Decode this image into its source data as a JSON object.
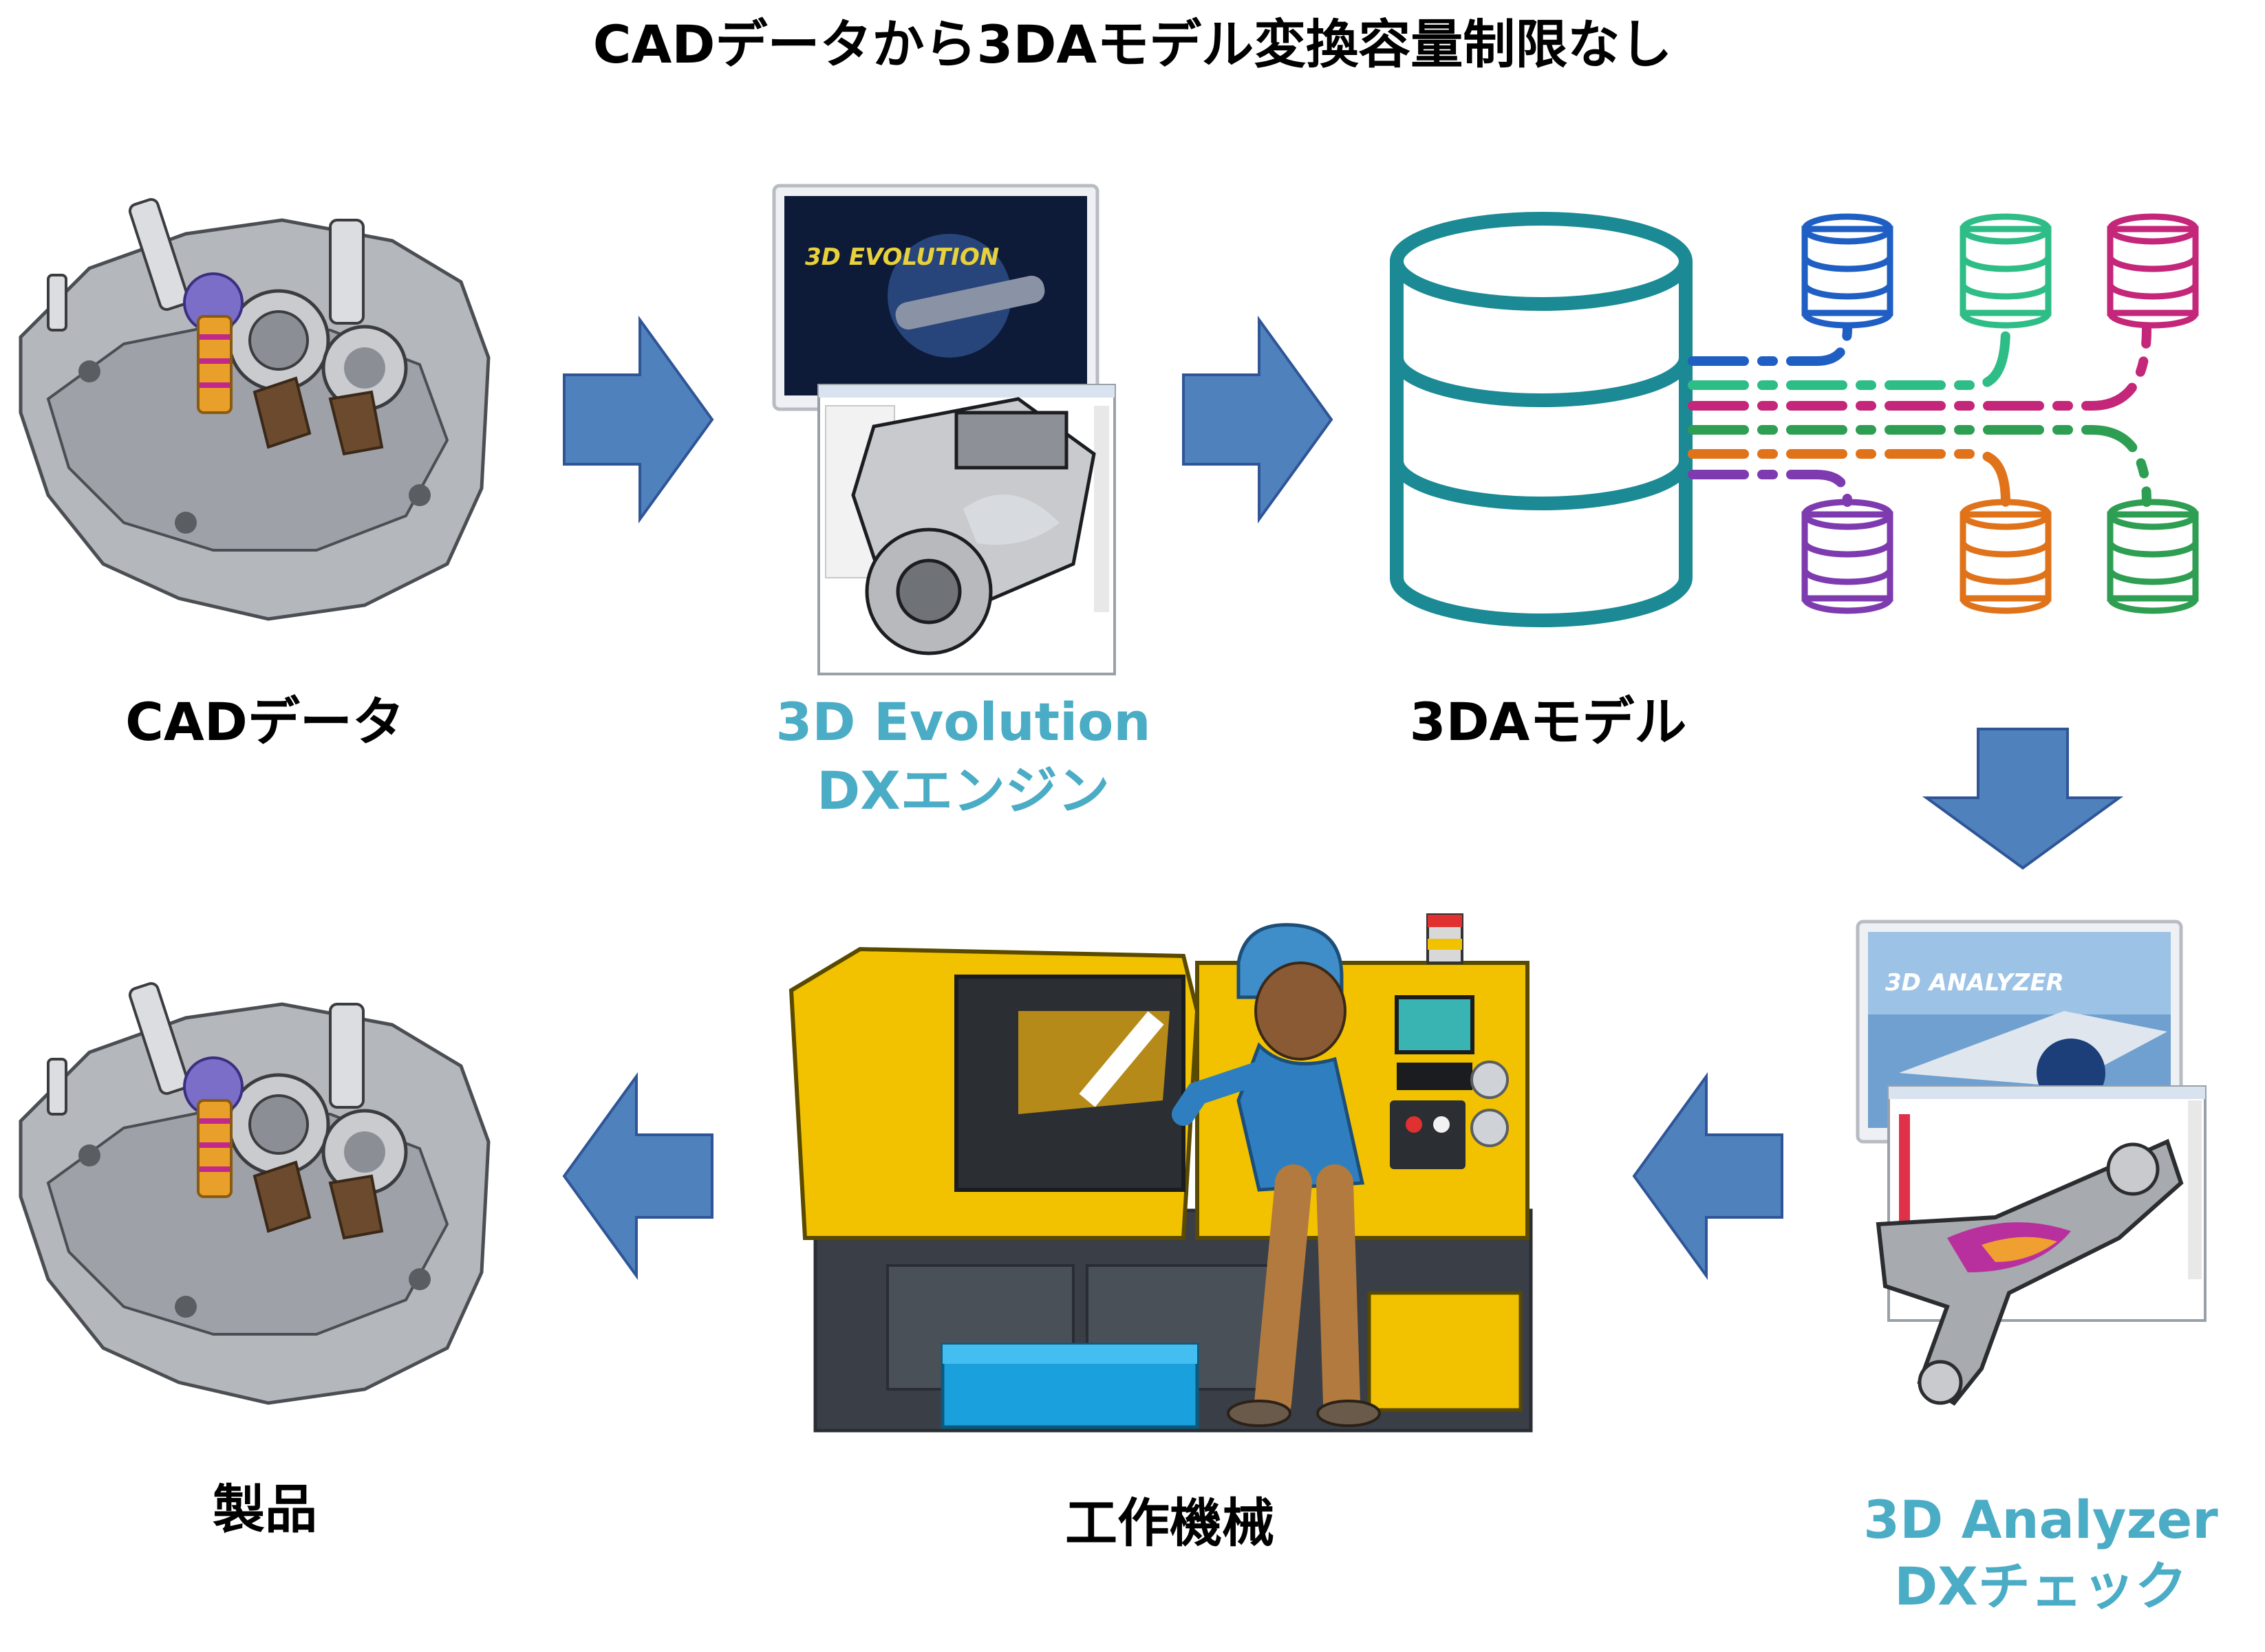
{
  "title": "CADデータから3DAモデル変換容量制限なし",
  "labels": {
    "cad_data": "CADデータ",
    "evolution_line1": "3D Evolution",
    "evolution_line2": "DXエンジン",
    "model_3da": "3DAモデル",
    "analyzer_line1": "3D Analyzer",
    "analyzer_line2": "DXチェック",
    "machine_tool": "工作機械",
    "product": "製品"
  },
  "screens": {
    "evolution_banner": "3D EVOLUTION",
    "analyzer_banner": "3D ANALYZER"
  },
  "colors": {
    "arrow_fill": "#4f81bd",
    "arrow_stroke": "#2f5597",
    "database_main": "#1b8a94",
    "accent_label": "#4bacc6",
    "db_blue": "#1f5fc4",
    "db_green": "#2ebd86",
    "db_magenta": "#c4267a",
    "db_purple": "#7e3bb0",
    "db_orange": "#e0731a",
    "db_darkgreen": "#2e9e52"
  }
}
